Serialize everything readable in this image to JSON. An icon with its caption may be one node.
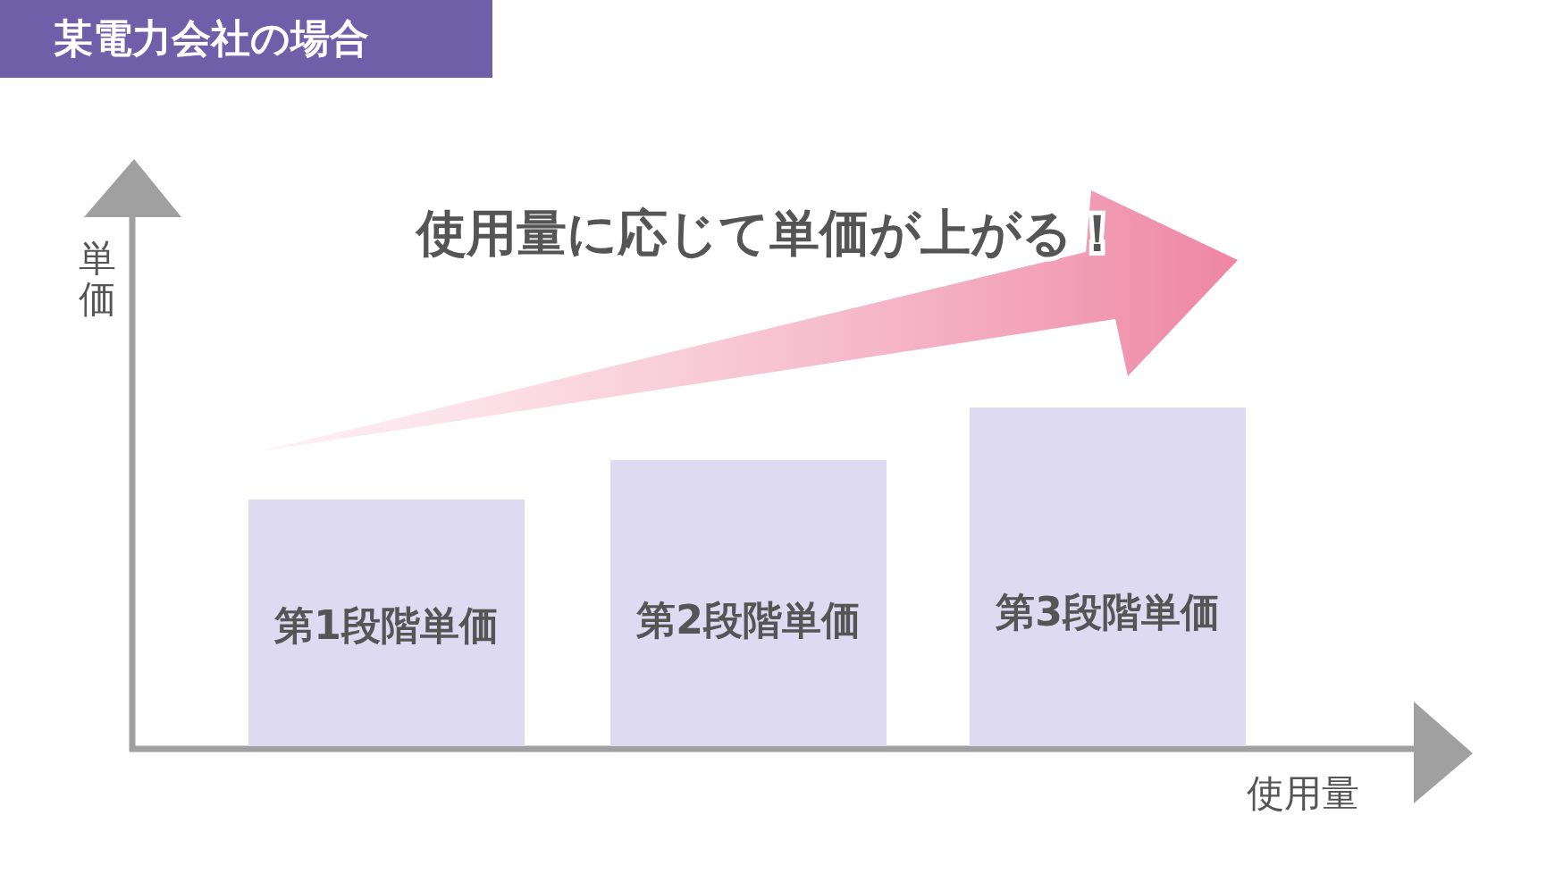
{
  "diagram": {
    "title": "某電力会社の場合",
    "nodes": [
      {
        "text": [
          "第1段階単価"
        ]
      },
      {
        "text": [
          "第2段階単価"
        ]
      },
      {
        "text": [
          "第3段階単価"
        ]
      }
    ],
    "labels": [
      "使用量に応じて単価が上がる！",
      "単価",
      "使用量"
    ]
  }
}
